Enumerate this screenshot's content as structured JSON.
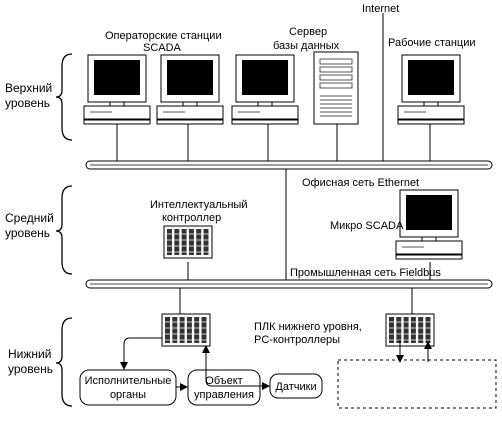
{
  "levels": {
    "upper": "Верхний уровень",
    "middle": "Средний уровень",
    "lower": "Нижний уровень"
  },
  "upper": {
    "scada_stations": "Операторские станции SCADA",
    "db_server": "Сервер базы данных",
    "workstations": "Рабочие станции",
    "internet": "Internet"
  },
  "networks": {
    "ethernet": "Офисная сеть Ethernet",
    "fieldbus": "Промышленная сеть Fieldbus"
  },
  "middle": {
    "smart_controller": "Интеллектуальный контроллер",
    "micro_scada": "Микро SCADA"
  },
  "lower": {
    "plc_label": "ПЛК нижнего уровня, PC-контроллеры",
    "actuators": "Исполнительные органы",
    "control_object": "Объект управления",
    "sensors": "Датчики"
  },
  "colors": {
    "line": "#000000",
    "screen": "#000000",
    "device_fill": "#ffffff",
    "device_detail": "#555555"
  }
}
